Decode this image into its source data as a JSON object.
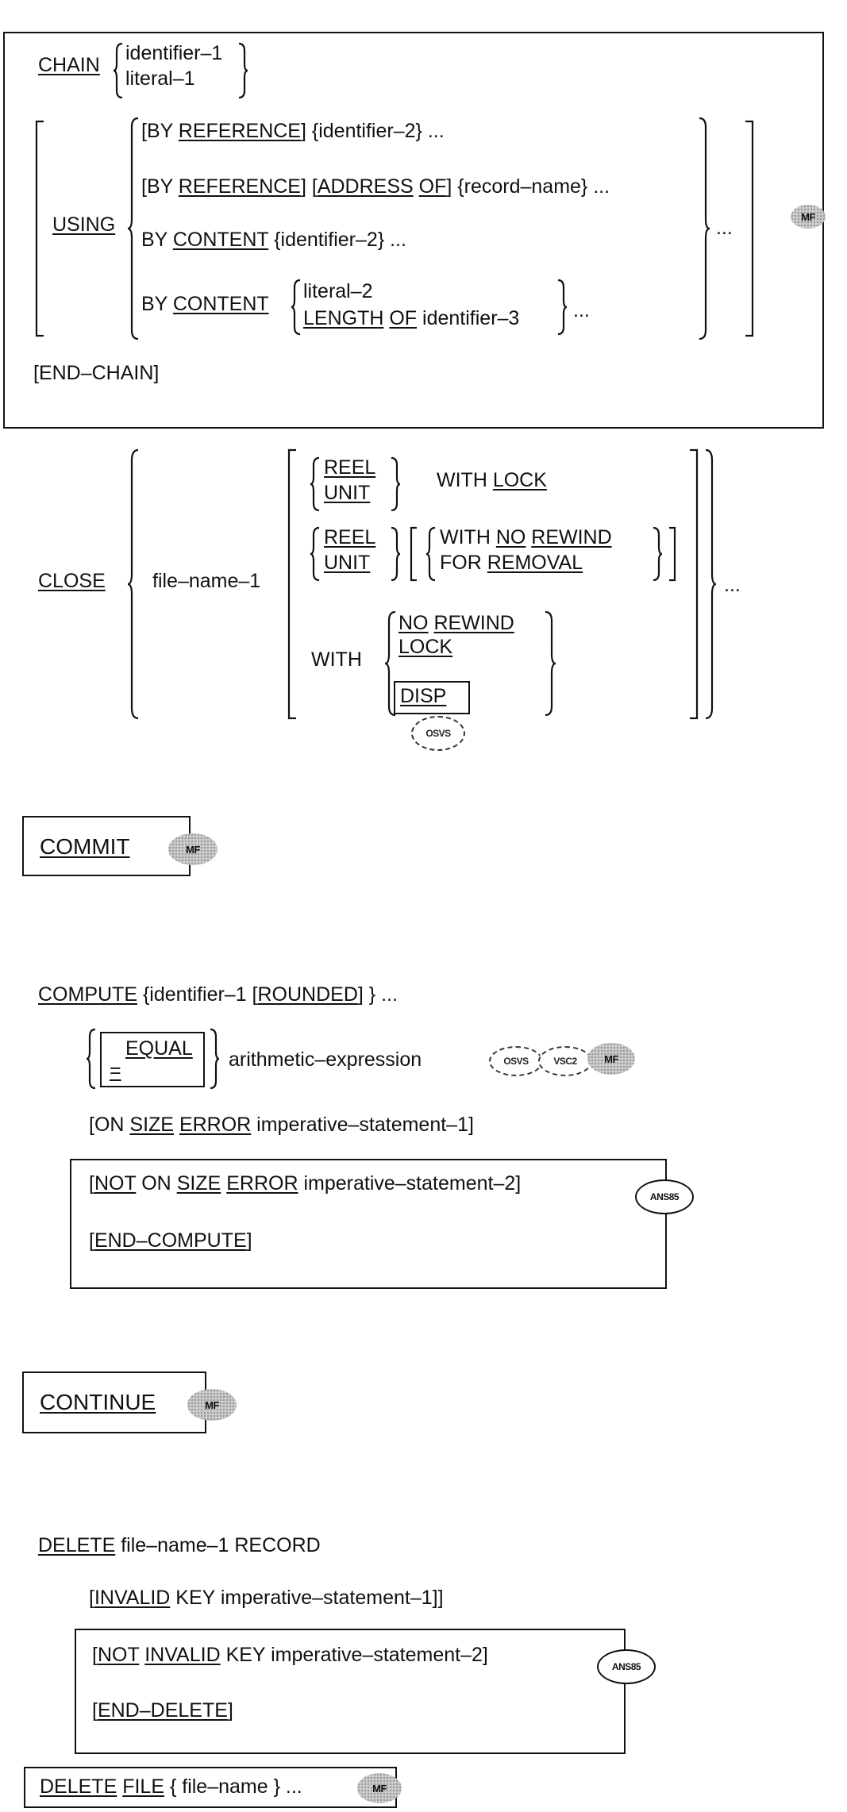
{
  "badges": {
    "mf": "MF",
    "osvs": "OSVS",
    "vsc2": "VSC2",
    "ans85": "ANS85"
  },
  "chain": {
    "keyword": "CHAIN",
    "opt1": "identifier–1",
    "opt2": "literal–1",
    "using": "USING",
    "r1_pre": "[BY ",
    "r1_kw": "REFERENCE",
    "r1_post": "] {identifier–2} ...",
    "r2_pre": "[BY ",
    "r2_kw": "REFERENCE",
    "r2_mid": "] [",
    "r2_kw2": "ADDRESS",
    "r2_kw3": "OF",
    "r2_post": "] {record–name} ...",
    "r3_pre": "BY ",
    "r3_kw": "CONTENT",
    "r3_post": " {identifier–2} ...",
    "r4_pre": "BY ",
    "r4_kw": "CONTENT",
    "r4_opt1": "literal–2",
    "r4_opt2_kw": "LENGTH",
    "r4_opt2_kw2": "OF",
    "r4_opt2_post": " identifier–3",
    "r4_tail": "...",
    "using_tail": "...",
    "end": "[END–CHAIN]"
  },
  "close": {
    "keyword": "CLOSE",
    "file": "file–name–1",
    "reel": "REEL",
    "unit": "UNIT",
    "with": "WITH",
    "lock": "LOCK",
    "no": "NO",
    "rewind": "REWIND",
    "for": "FOR",
    "removal": "REMOVAL",
    "disp": "DISP",
    "tail": "..."
  },
  "commit": {
    "keyword": "COMMIT"
  },
  "compute": {
    "keyword": "COMPUTE",
    "ident": "{identifier–1 [",
    "rounded": "ROUNDED",
    "ident_post": "] } ...",
    "equal": "EQUAL",
    "eq_sign": "=",
    "arith": "arithmetic–expression",
    "on_size_pre": "[ON ",
    "size": "SIZE",
    "error": "ERROR",
    "on_size_post": " imperative–statement–1]",
    "not": "NOT",
    "not_size_mid": " ON ",
    "not_size_post": " imperative–statement–2]",
    "end": "END–COMPUTE"
  },
  "continue": {
    "keyword": "CONTINUE"
  },
  "delete": {
    "keyword": "DELETE",
    "post": " file–name–1 RECORD",
    "invalid": "INVALID",
    "invalid_post": " KEY imperative–statement–1]",
    "not": "NOT",
    "not_post": " KEY imperative–statement–2]",
    "end": "END–DELETE"
  },
  "delete_file": {
    "delete": "DELETE",
    "file": "FILE",
    "post": " { file–name } ..."
  }
}
